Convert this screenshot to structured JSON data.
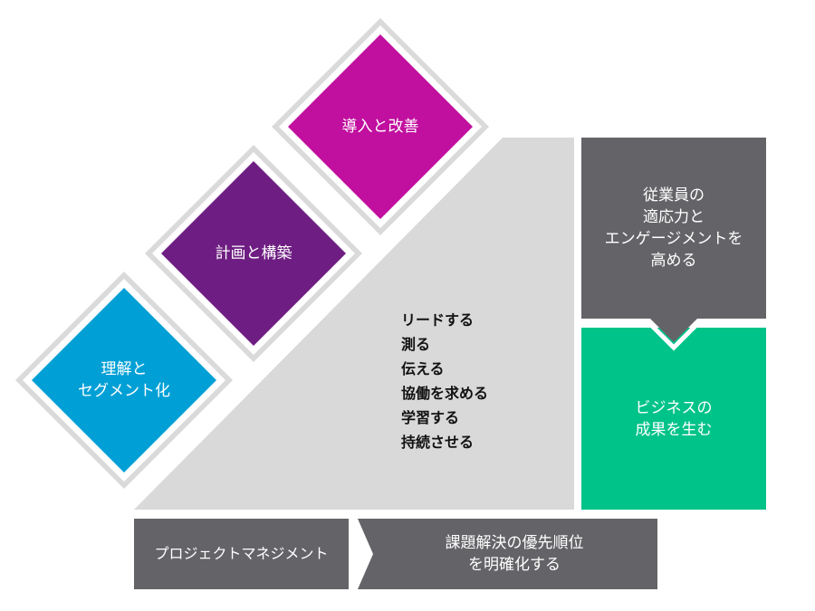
{
  "diamonds": [
    {
      "label": "理解と\nセグメント化",
      "color": "#00a0d6"
    },
    {
      "label": "計画と構築",
      "color": "#6e1e82"
    },
    {
      "label": "導入と改善",
      "color": "#c10f9f"
    }
  ],
  "activities": [
    "リードする",
    "測る",
    "伝える",
    "協働を求める",
    "学習する",
    "持続させる"
  ],
  "outcomes": {
    "employee": "従業員の\n適応力と\nエンゲージメントを\n高める",
    "business": "ビジネスの\n成果を生む"
  },
  "bottom": {
    "project_management": "プロジェクトマネジメント",
    "priorities": "課題解決の優先順位\nを明確化する"
  },
  "colors": {
    "dark": "#646468",
    "green": "#00c389",
    "light_gray": "#d9d9d9",
    "outline": "#dadada"
  }
}
